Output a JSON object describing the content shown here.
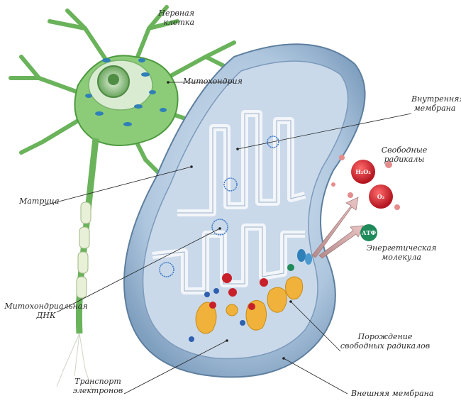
{
  "labels": {
    "nerve_cell": "Нервная клетка",
    "mitochondrion": "Митохондрия",
    "inner_membrane": "Внутренняя мембрана",
    "free_radicals": "Свободные радикалы",
    "matrix": "Матрица",
    "energy_molecule": "Энергетическая молекула",
    "mito_dna": "Митохондриальная ДНК",
    "free_radical_generation": "Порождение свободных радикалов",
    "electron_transport": "Транспорт электронов",
    "outer_membrane": "Внешняя мембрана"
  },
  "molecules": {
    "h2o2": "H₂O₂",
    "o2": "O₂",
    "atp": "АТФ"
  },
  "colors": {
    "cell_green": "#5aa64a",
    "mito_blue": "#a9c3dd",
    "cristae": "#e8eef5",
    "radical_red": "#c8202a",
    "atp_green": "#1f8a5a",
    "enzyme_orange": "#f0b23a"
  }
}
